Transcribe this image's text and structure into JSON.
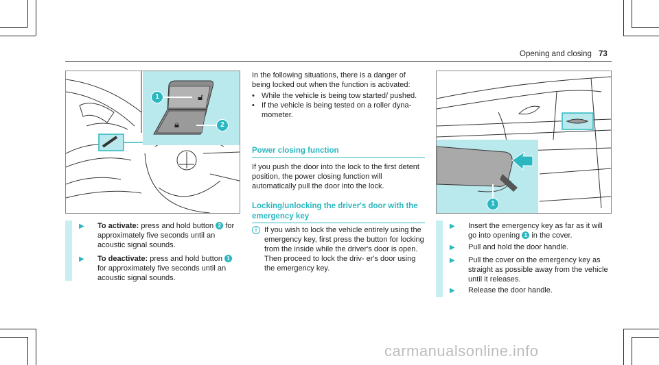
{
  "header": {
    "section": "Opening and closing",
    "page": "73"
  },
  "fig1": {
    "callout1": "1",
    "callout2": "2"
  },
  "fig2": {
    "callout1": "1"
  },
  "col1": {
    "items": [
      {
        "label": "To activate:",
        "text_a": "press and hold button",
        "ref": "2",
        "text_b": "for approximately five seconds until an acoustic signal sounds."
      },
      {
        "label": "To deactivate:",
        "text_a": "press and hold button",
        "ref": "1",
        "text_b": "for approximately five seconds until an acoustic signal sounds."
      }
    ]
  },
  "col2": {
    "intro": "In the following situations, there is a danger of being locked out when the function is activated:",
    "bullets": [
      "While the vehicle is being tow started/ pushed.",
      "If the vehicle is being tested on a roller dyna- mometer."
    ],
    "heading1": "Power closing function",
    "para1": "If you push the door into the lock to the first detent position, the power closing function will automatically pull the door into the lock.",
    "heading2": "Locking/unlocking the driver's door with the emergency key",
    "note": "If you wish to lock the vehicle entirely using the emergency key, first press the button for locking from the inside while the driver's door is open. Then proceed to lock the driv- er's door using the emergency key."
  },
  "col3": {
    "steps": [
      {
        "text_a": "Insert the emergency key as far as it will go into opening",
        "ref": "1",
        "text_b": "in the cover."
      },
      {
        "text_a": "Pull and hold the door handle.",
        "ref": "",
        "text_b": ""
      },
      {
        "text_a": "Pull the cover on the emergency key as straight as possible away from the vehicle until it releases.",
        "ref": "",
        "text_b": ""
      },
      {
        "text_a": "Release the door handle.",
        "ref": "",
        "text_b": ""
      }
    ]
  },
  "watermark": "carmanualsonline.info",
  "colors": {
    "accent": "#2ab7bf",
    "sidebar": "#c9eef0",
    "fig_fill": "#b9e9ec"
  },
  "icons": [
    "arrow-right-icon",
    "info-icon",
    "unlock-icon",
    "lock-icon",
    "emergency-key-icon"
  ]
}
